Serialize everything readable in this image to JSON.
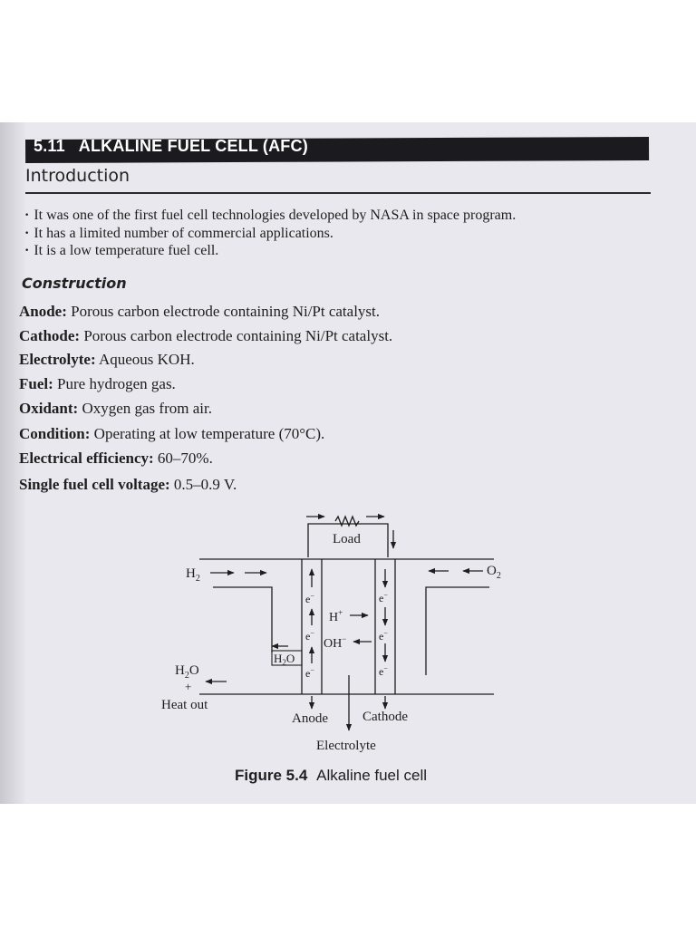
{
  "section": {
    "number": "5.11",
    "title": "ALKALINE FUEL CELL (AFC)"
  },
  "introduction": {
    "heading": "Introduction",
    "bullets": [
      "It was one of the first fuel cell technologies developed by NASA in space program.",
      "It has a limited number of commercial applications.",
      "It is a low temperature fuel cell."
    ]
  },
  "construction": {
    "heading": "Construction",
    "items": [
      {
        "label": "Anode:",
        "value": "Porous carbon electrode containing Ni/Pt catalyst."
      },
      {
        "label": "Cathode:",
        "value": "Porous carbon electrode containing Ni/Pt catalyst."
      },
      {
        "label": "Electrolyte:",
        "value": "Aqueous KOH."
      },
      {
        "label": "Fuel:",
        "value": "Pure hydrogen gas."
      },
      {
        "label": "Oxidant:",
        "value": "Oxygen gas from air."
      },
      {
        "label": "Condition:",
        "value": "Operating at low temperature (70°C)."
      },
      {
        "label": "Electrical efficiency:",
        "value": "60–70%."
      },
      {
        "label": "Single fuel cell voltage:",
        "value": "0.5–0.9 V."
      }
    ]
  },
  "diagram": {
    "load": "Load",
    "h2_in": "H",
    "h2_sub": "2",
    "o2_in": "O",
    "o2_sub": "2",
    "h2o_out": "H",
    "h2o_sub": "2",
    "h2o_o": "O",
    "plus": "+",
    "heat_out": "Heat out",
    "h2o_inner": "H",
    "h2o_inner_sub": "2",
    "h2o_inner_o": "O",
    "electron": "e",
    "electron_sup": "−",
    "h_plus": "H",
    "h_plus_sup": "+",
    "oh_minus": "OH",
    "oh_minus_sup": "−",
    "anode": "Anode",
    "cathode": "Cathode",
    "electrolyte": "Electrolyte"
  },
  "figure": {
    "number": "Figure 5.4",
    "caption": "Alkaline fuel cell"
  }
}
